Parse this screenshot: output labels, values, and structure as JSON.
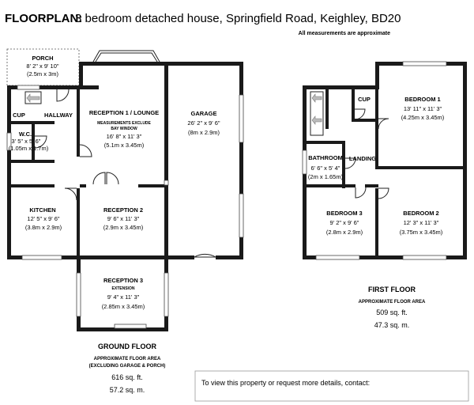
{
  "header": {
    "title_bold": "FLOORPLAN:",
    "title_rest": "3 bedroom detached house, Springfield Road, Keighley, BD20",
    "note": "All measurements are approximate"
  },
  "ground_rooms": {
    "porch": {
      "name": "PORCH",
      "dims": "8' 2\" x 9' 10\"",
      "metric": "(2.5m x 3m)"
    },
    "hallway": {
      "name": "HALLWAY"
    },
    "cup": {
      "name": "CUP"
    },
    "wc": {
      "name": "W.C.",
      "dims": "3' 5\" x 5' 6\"",
      "metric": "(1.05m x 1.7m)"
    },
    "lounge": {
      "name": "RECEPTION 1 / LOUNGE",
      "sub1": "MEASUREMENTS EXCLUDE",
      "sub2": "BAY WINDOW",
      "dims": "16' 8\" x 11' 3\"",
      "metric": "(5.1m x 3.45m)"
    },
    "garage": {
      "name": "GARAGE",
      "dims": "26' 2\" x 9' 6\"",
      "metric": "(8m x 2.9m)"
    },
    "kitchen": {
      "name": "KITCHEN",
      "dims": "12' 5\" x 9' 6\"",
      "metric": "(3.8m x 2.9m)"
    },
    "reception2": {
      "name": "RECEPTION 2",
      "dims": "9' 6\" x 11' 3\"",
      "metric": "(2.9m x 3.45m)"
    },
    "reception3": {
      "name": "RECEPTION 3",
      "sub": "EXTENSION",
      "dims": "9' 4\" x 11' 3\"",
      "metric": "(2.85m x 3.45m)"
    }
  },
  "first_rooms": {
    "cup": {
      "name": "CUP"
    },
    "bedroom1": {
      "name": "BEDROOM 1",
      "dims": "13' 11\" x 11' 3\"",
      "metric": "(4.25m x 3.45m)"
    },
    "bathroom": {
      "name": "BATHROOM",
      "dims": "6' 6\" x 5' 4\"",
      "metric": "(2m x 1.65m)"
    },
    "landing": {
      "name": "LANDING"
    },
    "bedroom3": {
      "name": "BEDROOM 3",
      "dims": "9' 2\" x 9' 6\"",
      "metric": "(2.8m x 2.9m)"
    },
    "bedroom2": {
      "name": "BEDROOM 2",
      "dims": "12' 3\" x 11' 3\"",
      "metric": "(3.75m x 3.45m)"
    }
  },
  "ground_floor": {
    "heading": "GROUND FLOOR",
    "area_label": "APPROXIMATE FLOOR AREA",
    "area_note": "(EXCLUDING GARAGE & PORCH)",
    "sqft": "616 sq. ft.",
    "sqm": "57.2 sq. m."
  },
  "first_floor": {
    "heading": "FIRST FLOOR",
    "area_label": "APPROXIMATE FLOOR AREA",
    "sqft": "509 sq. ft.",
    "sqm": "47.3 sq. m."
  },
  "contact": {
    "text": "To view this property or request more details, contact:"
  }
}
